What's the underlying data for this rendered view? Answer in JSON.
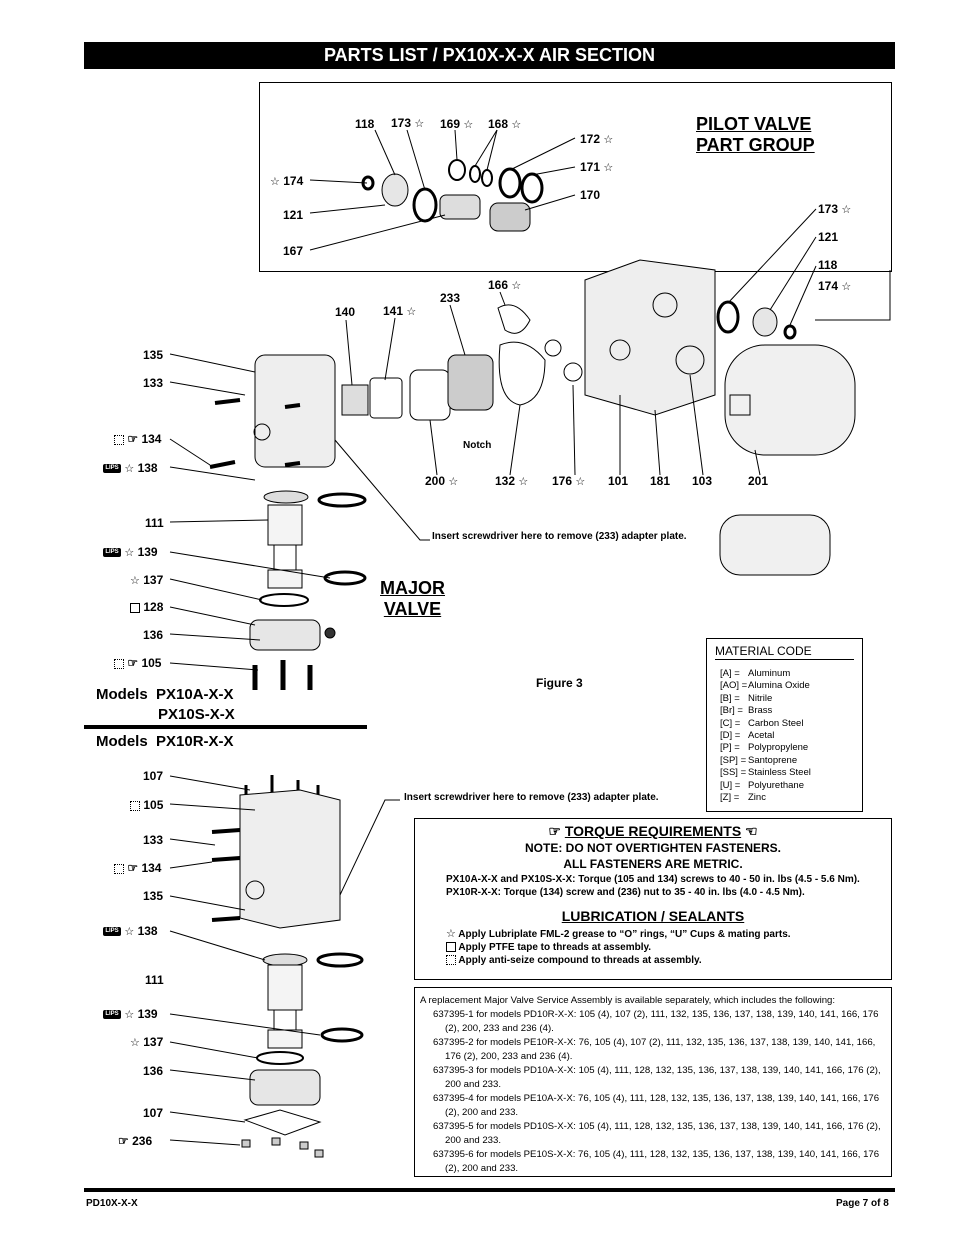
{
  "title": "PARTS LIST / PX10X-X-X AIR SECTION",
  "pilot_group": {
    "line1": "PILOT VALVE",
    "line2": "PART GROUP"
  },
  "major_valve": {
    "line1": "MAJOR",
    "line2": "VALVE"
  },
  "figure_label": "Figure 3",
  "notch_label": "Notch",
  "screwdriver_note_1": "Insert screwdriver here to remove (233) adapter plate.",
  "screwdriver_note_2": "Insert screwdriver here to remove (233) adapter plate.",
  "models_a": {
    "label": "Models",
    "line1": "PX10A-X-X",
    "line2": "PX10S-X-X"
  },
  "models_r": {
    "label": "Models",
    "line1": "PX10R-X-X"
  },
  "callouts": {
    "c118a": "118",
    "c173a": "173",
    "c169": "169",
    "c168": "168",
    "c172": "172",
    "c171": "171",
    "c170": "170",
    "c174a": "174",
    "c121a": "121",
    "c167": "167",
    "c173b": "173",
    "c121b": "121",
    "c118b": "118",
    "c174b": "174",
    "c140": "140",
    "c141": "141",
    "c233": "233",
    "c166": "166",
    "c135a": "135",
    "c133a": "133",
    "c134a": "134",
    "c138a": "138",
    "c200": "200",
    "c132": "132",
    "c176": "176",
    "c101": "101",
    "c181": "181",
    "c103": "103",
    "c201": "201",
    "c111a": "111",
    "c139a": "139",
    "c137a": "137",
    "c128": "128",
    "c136a": "136",
    "c105a": "105",
    "c107a": "107",
    "c105b": "105",
    "c133b": "133",
    "c134b": "134",
    "c135b": "135",
    "c138b": "138",
    "c111b": "111",
    "c139b": "139",
    "c137b": "137",
    "c136b": "136",
    "c107b": "107",
    "c236": "236"
  },
  "material": {
    "title": "MATERIAL CODE",
    "rows": [
      {
        "code": "[A] =",
        "name": "Aluminum"
      },
      {
        "code": "[AO] =",
        "name": "Alumina Oxide"
      },
      {
        "code": "[B] =",
        "name": "Nitrile"
      },
      {
        "code": "[Br] =",
        "name": "Brass"
      },
      {
        "code": "[C] =",
        "name": "Carbon Steel"
      },
      {
        "code": "[D] =",
        "name": "Acetal"
      },
      {
        "code": "[P] =",
        "name": "Polypropylene"
      },
      {
        "code": "[SP] =",
        "name": "Santoprene"
      },
      {
        "code": "[SS] =",
        "name": "Stainless Steel"
      },
      {
        "code": "[U] =",
        "name": "Polyurethane"
      },
      {
        "code": "[Z] =",
        "name": "Zinc"
      }
    ]
  },
  "torque": {
    "title": "TORQUE REQUIREMENTS",
    "note1": "NOTE: DO NOT OVERTIGHTEN FASTENERS.",
    "note2": "ALL FASTENERS ARE METRIC.",
    "line1": "PX10A-X-X and PX10S-X-X: Torque (105 and 134) screws to 40 - 50 in. lbs (4.5 - 5.6 Nm).",
    "line2": "PX10R-X-X: Torque (134) screw and (236) nut to 35 - 40 in. lbs (4.0 - 4.5 Nm)."
  },
  "lube": {
    "title": "LUBRICATION / SEALANTS",
    "line1": "Apply Lubriplate FML-2 grease to “O” rings, “U” Cups & mating parts.",
    "line2": "Apply PTFE tape to threads at assembly.",
    "line3": "Apply anti-seize compound to threads at assembly."
  },
  "service": {
    "intro": "A replacement Major Valve Service Assembly is available separately, which includes the following:",
    "items": [
      "637395-1 for models PD10R-X-X: 105 (4), 107 (2), 111, 132, 135, 136, 137, 138, 139, 140, 141, 166, 176 (2), 200, 233 and 236 (4).",
      "637395-2 for models PE10R-X-X: 76, 105 (4), 107 (2), 111, 132, 135, 136, 137, 138, 139, 140, 141, 166, 176 (2), 200, 233 and 236 (4).",
      "637395-3 for models PD10A-X-X: 105 (4), 111, 128, 132, 135, 136, 137, 138, 139, 140, 141, 166, 176 (2), 200 and 233.",
      "637395-4 for models PE10A-X-X: 76, 105 (4), 111, 128, 132, 135, 136, 137, 138, 139, 140, 141, 166, 176 (2), 200 and 233.",
      "637395-5 for models PD10S-X-X: 105 (4), 111, 128, 132, 135, 136, 137, 138, 139, 140, 141, 166, 176 (2), 200 and 233.",
      "637395-6 for models PE10S-X-X: 76, 105 (4), 111, 128, 132, 135, 136, 137, 138, 139, 140, 141, 166, 176 (2), 200 and 233."
    ]
  },
  "footer": {
    "left": "PD10X-X-X",
    "right": "Page  7 of 8"
  }
}
